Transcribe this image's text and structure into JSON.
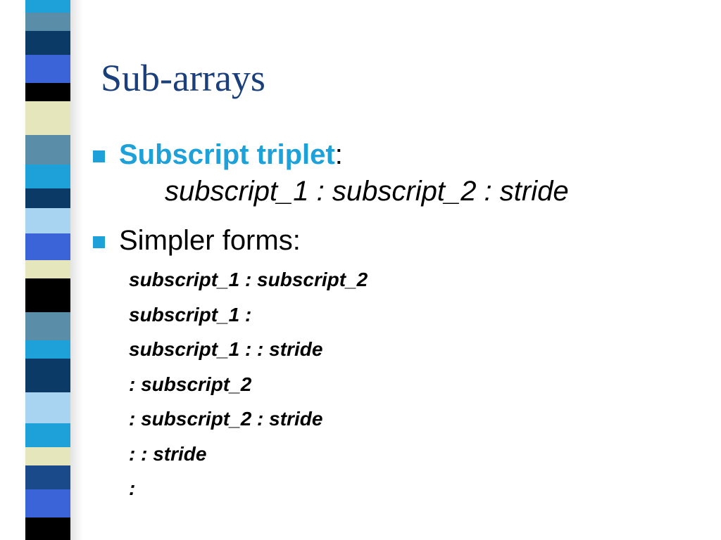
{
  "slide": {
    "title": "Sub-arrays",
    "bullets": [
      {
        "lead": "Subscript triplet",
        "suffix": ":",
        "form": "subscript_1 : subscript_2 : stride"
      },
      {
        "lead": "Simpler forms:"
      }
    ],
    "forms": [
      "subscript_1 : subscript_2",
      "subscript_1 :",
      "subscript_1 : : stride",
      ": subscript_2",
      ": subscript_2 : stride",
      ": : stride",
      ":"
    ]
  },
  "colors": {
    "title": "#1a3f7a",
    "accent": "#1ea0d8",
    "band": [
      "#1ea0d8",
      "#5a8ea8",
      "#0b3a66",
      "#3a64d8",
      "#000000",
      "#e6e6bc",
      "#1a4a8a",
      "#a8d4f2"
    ]
  },
  "icons": {
    "bullet": "square-bullet-icon",
    "band": "striped-band-decoration"
  }
}
